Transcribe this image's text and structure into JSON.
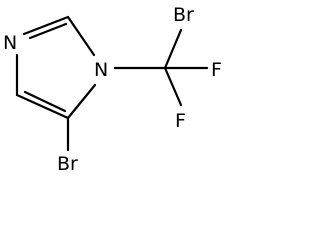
{
  "molecule": {
    "atoms": {
      "n_ring_imine": "N",
      "n_ring_substituted": "N",
      "br_on_methyl": "Br",
      "f_right": "F",
      "f_lower": "F",
      "br_on_ring": "Br"
    }
  }
}
